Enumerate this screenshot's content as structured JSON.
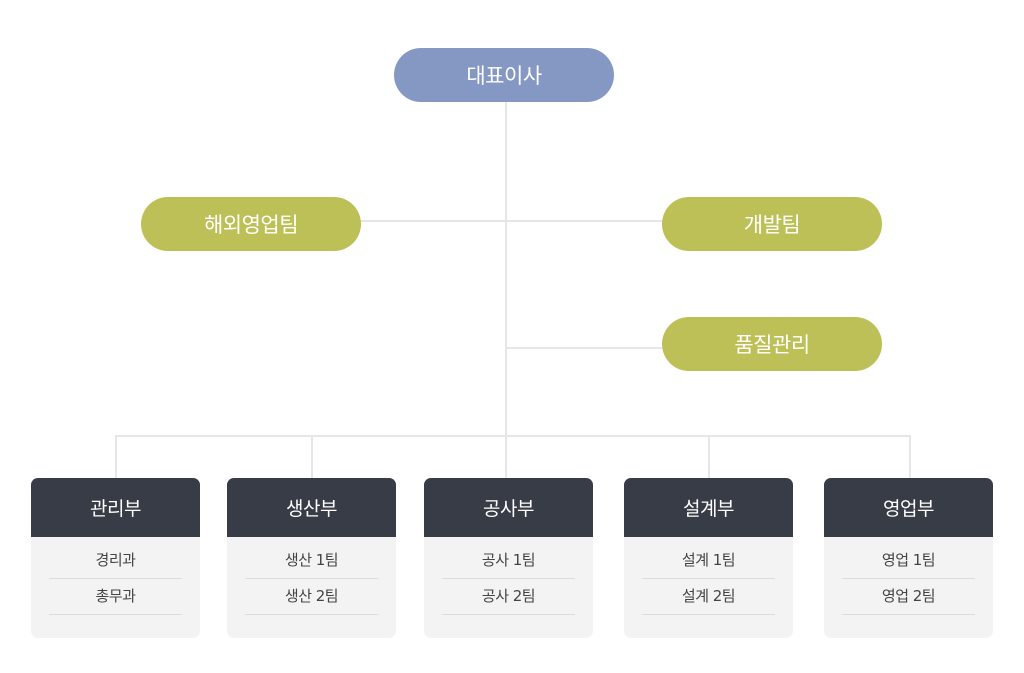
{
  "ceo": {
    "label": "대표이사"
  },
  "teams": {
    "overseas": "해외영업팀",
    "dev": "개발팀",
    "quality": "품질관리"
  },
  "departments": [
    {
      "name": "관리부",
      "items": [
        "경리과",
        "총무과"
      ]
    },
    {
      "name": "생산부",
      "items": [
        "생산 1팀",
        "생산 2팀"
      ]
    },
    {
      "name": "공사부",
      "items": [
        "공사 1팀",
        "공사 2팀"
      ]
    },
    {
      "name": "설계부",
      "items": [
        "설계 1팀",
        "설계 2팀"
      ]
    },
    {
      "name": "영업부",
      "items": [
        "영업 1팀",
        "영업 2팀"
      ]
    }
  ],
  "colors": {
    "ceo": "#8598c4",
    "team": "#bcc057",
    "dept_header": "#383c46",
    "dept_body": "#f3f3f3",
    "connector": "#e6e6e6"
  }
}
